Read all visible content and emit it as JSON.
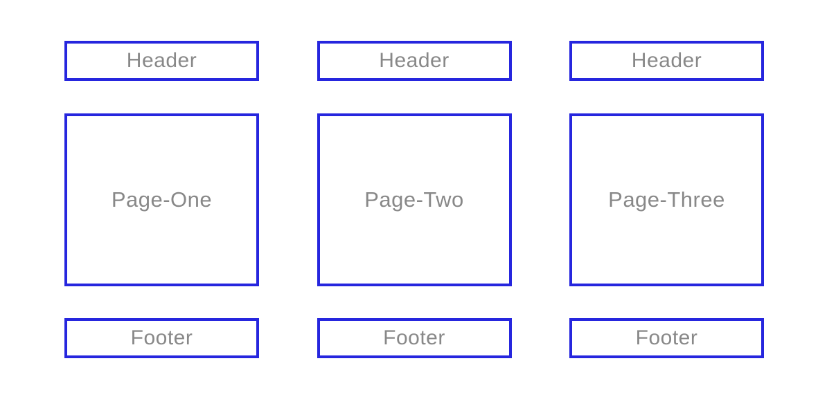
{
  "diagram": {
    "background_color": "#ffffff",
    "border_color": "#2626de",
    "text_color": "#888888",
    "columns": [
      {
        "header": "Header",
        "page": "Page-One",
        "footer": "Footer"
      },
      {
        "header": "Header",
        "page": "Page-Two",
        "footer": "Footer"
      },
      {
        "header": "Header",
        "page": "Page-Three",
        "footer": "Footer"
      }
    ]
  }
}
